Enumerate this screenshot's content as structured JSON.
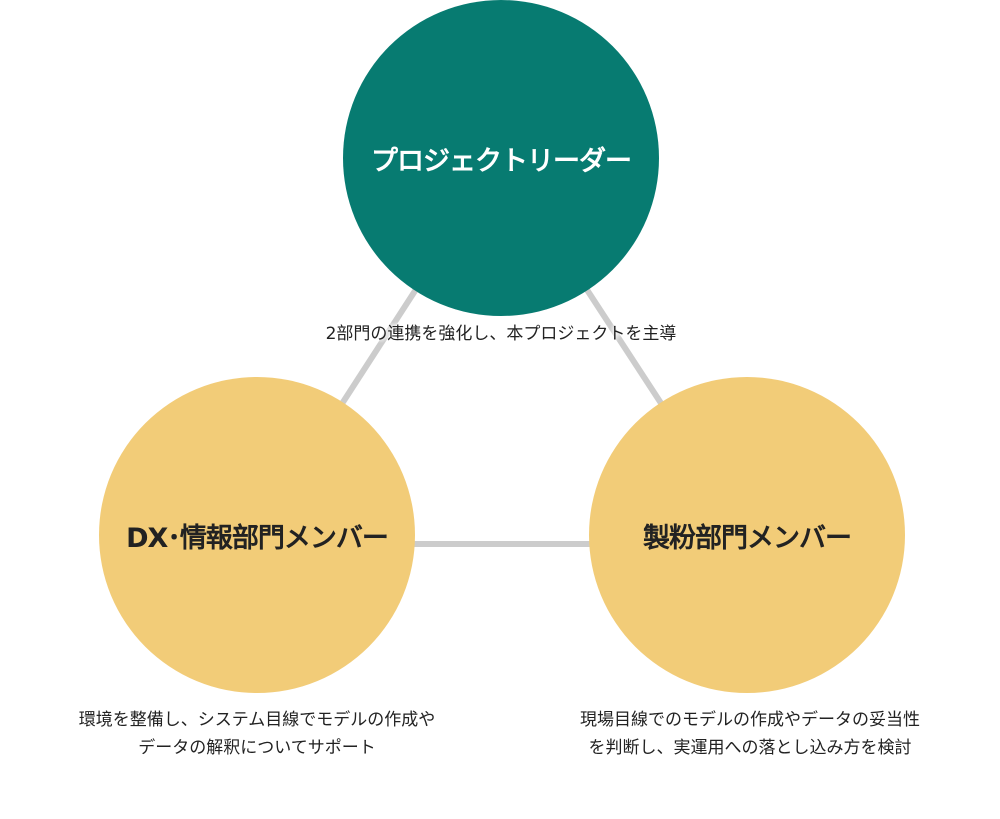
{
  "colors": {
    "leader": "#077b71",
    "member": "#f2cc78",
    "line": "#cccccc"
  },
  "nodes": {
    "leader": {
      "label": "プロジェクトリーダー",
      "caption": "2部門の連携を強化し、本プロジェクトを主導"
    },
    "dx": {
      "label": "DX･情報部門メンバー",
      "caption_lines": [
        "環境を整備し、システム目線でモデルの作成や",
        "データの解釈についてサポート"
      ]
    },
    "milling": {
      "label": "製粉部門メンバー",
      "caption_lines": [
        "現場目線でのモデルの作成やデータの妥当性",
        "を判断し、実運用への落とし込み方を検討"
      ]
    }
  }
}
